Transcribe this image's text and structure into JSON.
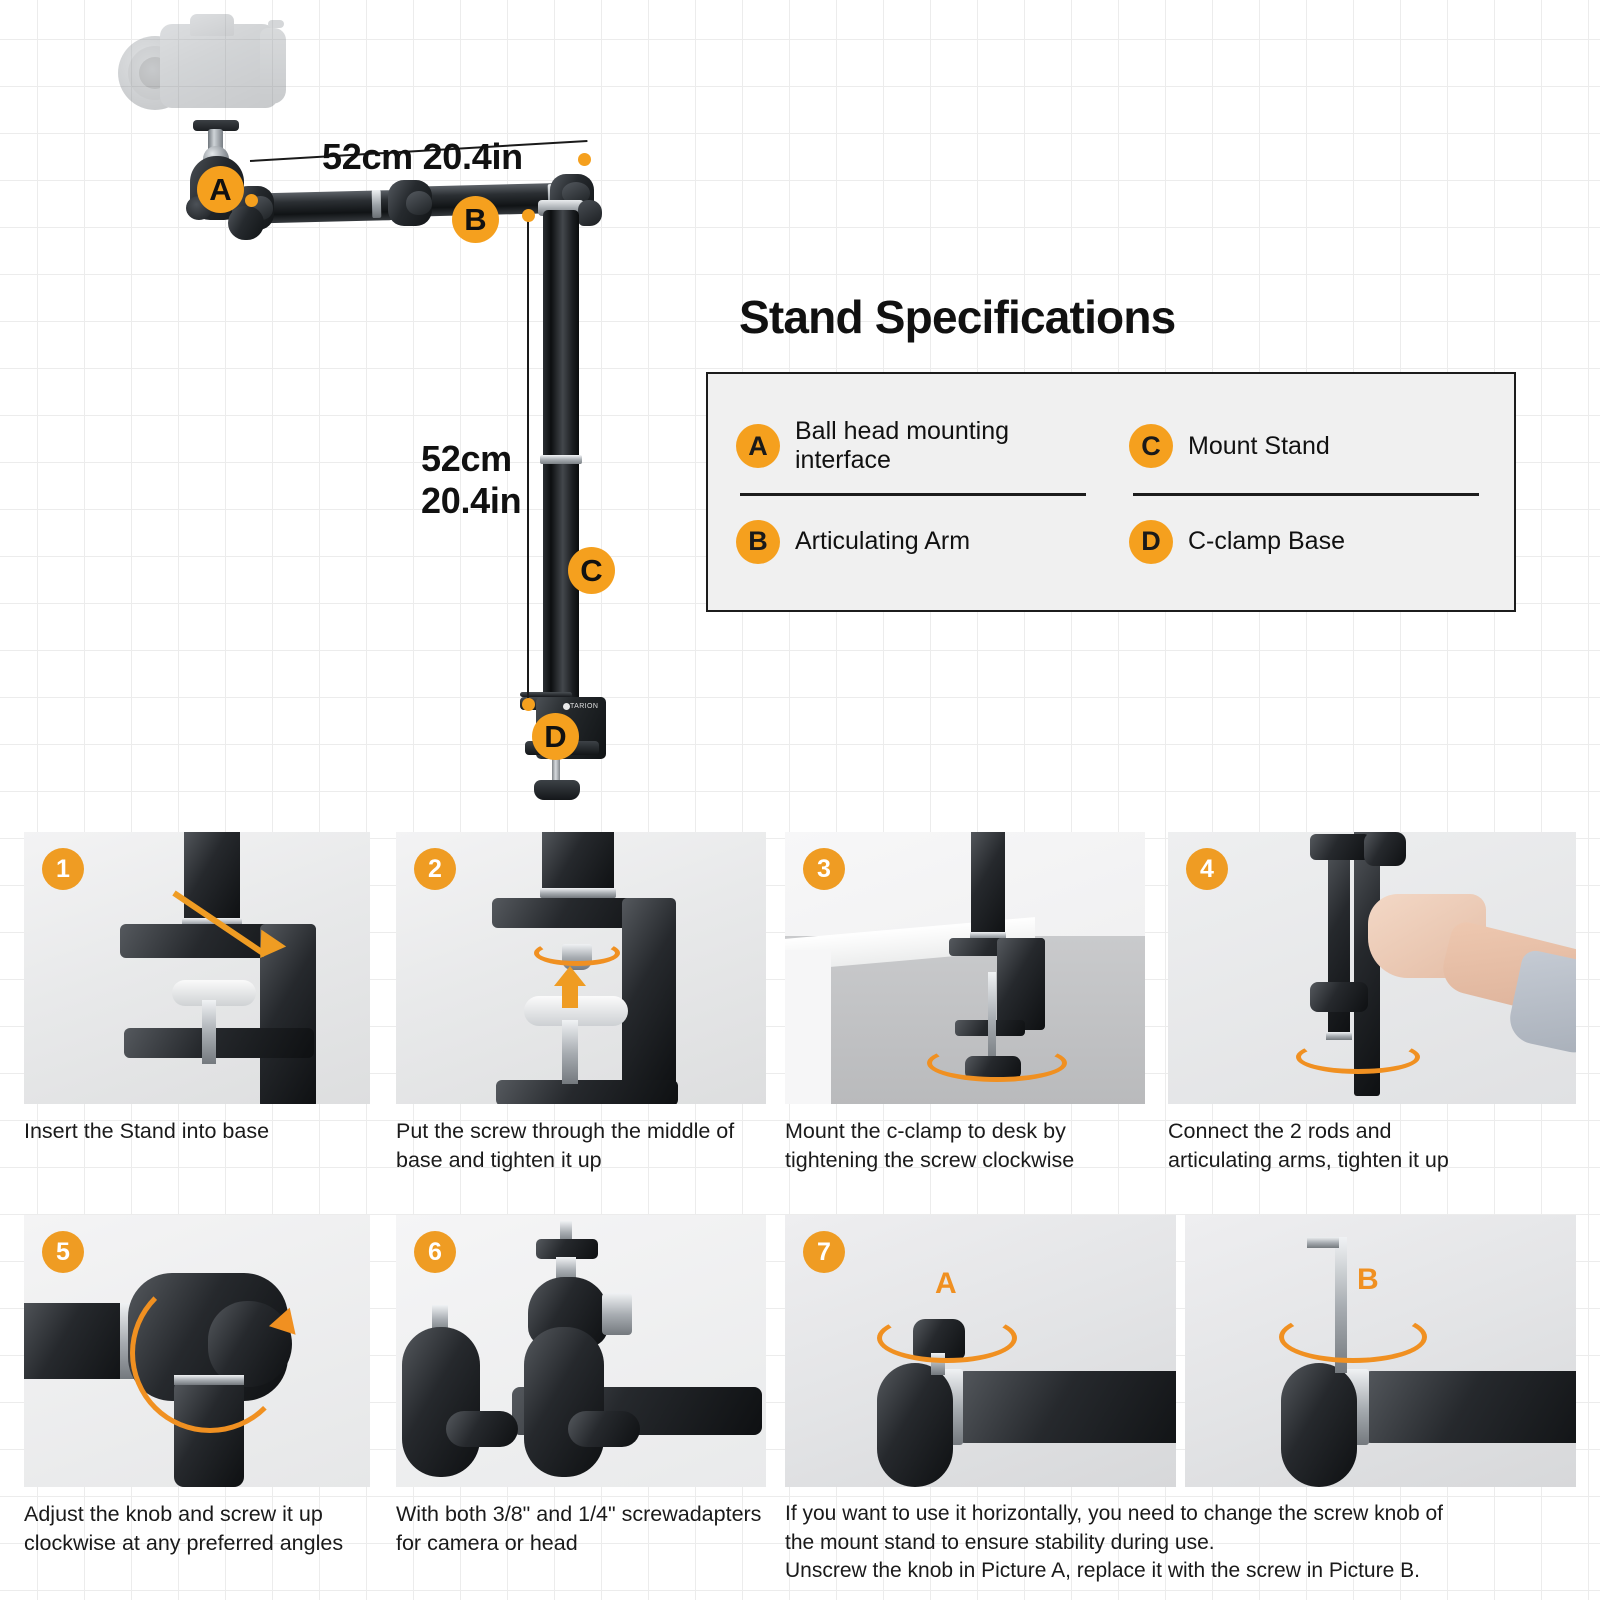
{
  "theme": {
    "accent_orange": "#f5a01e",
    "badge_orange": "#ef9c23",
    "text_dark": "#111111",
    "spec_box_bg": "#f0f0f0",
    "spec_box_border": "#1c1c1c",
    "page_bg": "#ffffff",
    "grid_line": "#ececec"
  },
  "diagram": {
    "dimension_horizontal": "52cm 20.4in",
    "dimension_vertical_line1": "52cm",
    "dimension_vertical_line2": "20.4in",
    "callouts": [
      {
        "letter": "A",
        "target": "ball-head-mounting-interface"
      },
      {
        "letter": "B",
        "target": "articulating-arm"
      },
      {
        "letter": "C",
        "target": "mount-stand"
      },
      {
        "letter": "D",
        "target": "c-clamp-base"
      }
    ],
    "brand_mark": "TARION"
  },
  "specifications": {
    "title": "Stand Specifications",
    "items": [
      {
        "letter": "A",
        "label": "Ball head mounting interface"
      },
      {
        "letter": "B",
        "label": "Articulating Arm"
      },
      {
        "letter": "C",
        "label": "Mount Stand"
      },
      {
        "letter": "D",
        "label": "C-clamp Base"
      }
    ]
  },
  "steps": [
    {
      "number": "1",
      "caption": "Insert the Stand into base"
    },
    {
      "number": "2",
      "caption": "Put the screw through the middle of\nbase and tighten it up"
    },
    {
      "number": "3",
      "caption": "Mount the c-clamp to desk by\ntightening the screw clockwise"
    },
    {
      "number": "4",
      "caption": "Connect the 2 rods and\narticulating arms, tighten it up"
    },
    {
      "number": "5",
      "caption": "Adjust the knob and screw it up\nclockwise at any preferred angles"
    },
    {
      "number": "6",
      "caption": "With both 3/8\" and 1/4\" screwadapters\nfor camera or head"
    },
    {
      "number": "7",
      "caption": "If you want to use it horizontally, you need to change the screw knob of\nthe mount stand to ensure stability during use.\nUnscrew the knob in Picture A, replace it with the screw in Picture B.",
      "sub_labels": [
        "A",
        "B"
      ]
    }
  ]
}
